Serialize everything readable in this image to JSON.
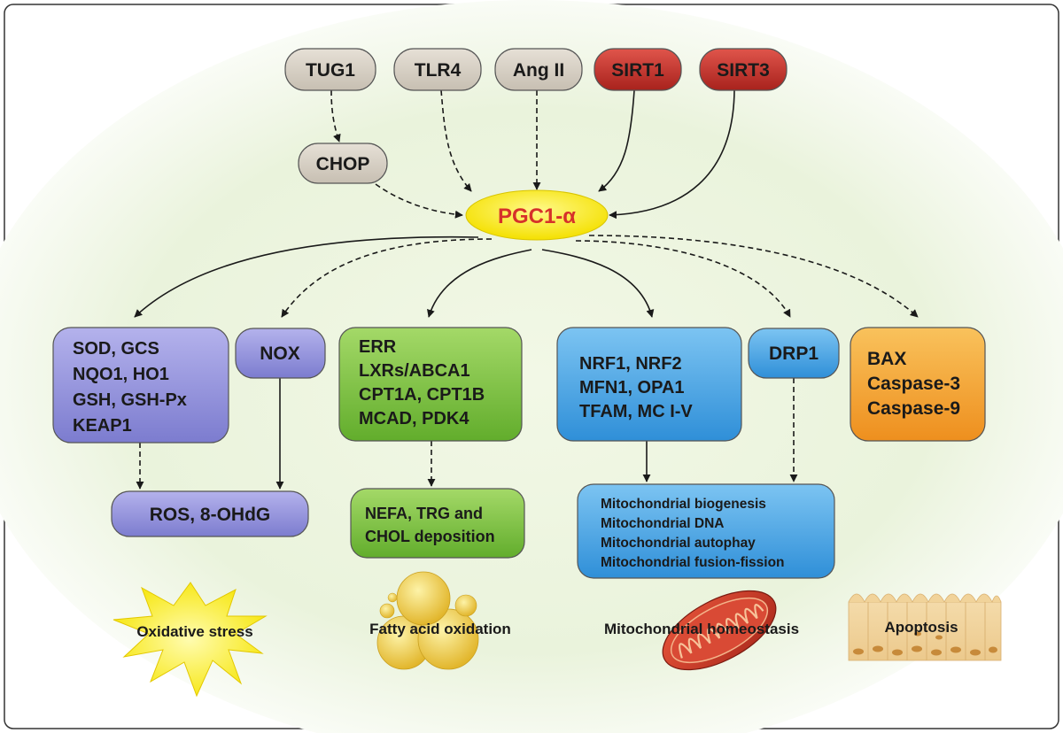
{
  "colors": {
    "grey_node": "#d6cfc4",
    "red_node": "#c0322b",
    "center_fill": "#ffee00",
    "center_text": "#d6312a",
    "purple_node": "#8f8fd8",
    "green_node": "#7cc144",
    "blue_node": "#4aa6e6",
    "orange_node": "#f3a53a"
  },
  "upstream": {
    "tug1": "TUG1",
    "tlr4": "TLR4",
    "ang_ii": "Ang II",
    "sirt1": "SIRT1",
    "sirt3": "SIRT3",
    "chop": "CHOP"
  },
  "center": {
    "label": "PGC1-α"
  },
  "targets": {
    "antioxidant": [
      "SOD, GCS",
      "NQO1, HO1",
      "GSH, GSH-Px",
      "KEAP1"
    ],
    "nox": "NOX",
    "lipid": [
      "ERR",
      "LXRs/ABCA1",
      "CPT1A, CPT1B",
      "MCAD, PDK4"
    ],
    "mito": [
      "NRF1, NRF2",
      "MFN1, OPA1",
      "TFAM, MC I-V"
    ],
    "drp1": "DRP1",
    "apoptosis": [
      "BAX",
      "Caspase-3",
      "Caspase-9"
    ]
  },
  "outcomes": {
    "ros": "ROS, 8-OHdG",
    "lipid": [
      "NEFA, TRG and",
      "CHOL deposition"
    ],
    "mito": [
      "Mitochondrial biogenesis",
      "Mitochondrial DNA",
      "Mitochondrial autophay",
      "Mitochondrial fusion-fission"
    ]
  },
  "processes": {
    "oxidative": "Oxidative stress",
    "fatty": "Fatty acid oxidation",
    "mitochondrial": "Mitochondrial homeostasis",
    "apoptosis": "Apoptosis"
  }
}
